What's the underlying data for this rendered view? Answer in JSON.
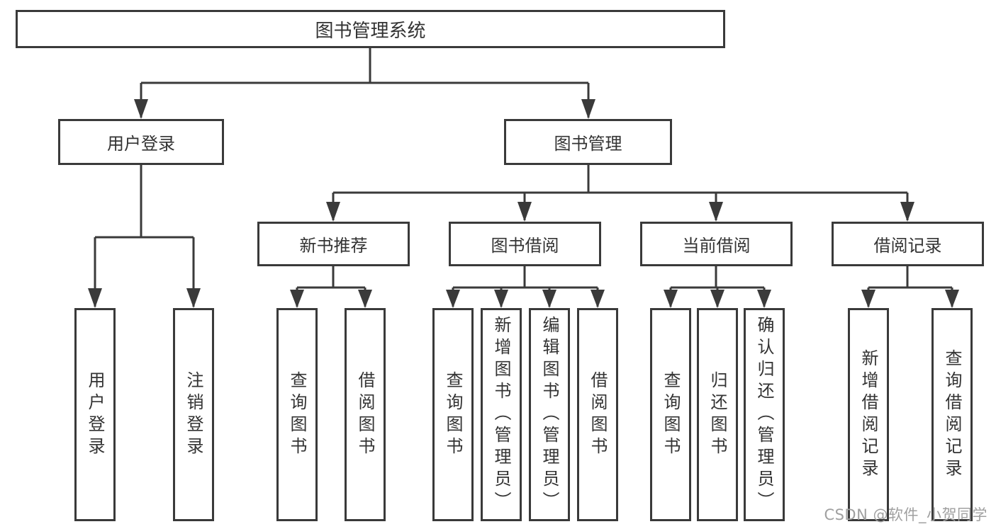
{
  "tree": {
    "label": "图书管理系统",
    "children": [
      {
        "label": "用户登录",
        "children": [
          {
            "label": "用户登录"
          },
          {
            "label": "注销登录"
          }
        ]
      },
      {
        "label": "图书管理",
        "children": [
          {
            "label": "新书推荐",
            "children": [
              {
                "label": "查询图书"
              },
              {
                "label": "借阅图书"
              }
            ]
          },
          {
            "label": "图书借阅",
            "children": [
              {
                "label": "查询图书"
              },
              {
                "label": "新增图书（管理员）"
              },
              {
                "label": "编辑图书（管理员）"
              },
              {
                "label": "借阅图书"
              }
            ]
          },
          {
            "label": "当前借阅",
            "children": [
              {
                "label": "查询图书"
              },
              {
                "label": "归还图书"
              },
              {
                "label": "确认归还（管理员）"
              }
            ]
          },
          {
            "label": "借阅记录",
            "children": [
              {
                "label": "新增借阅记录"
              },
              {
                "label": "查询借阅记录"
              }
            ]
          }
        ]
      }
    ]
  },
  "watermark": "CSDN @软件_小贺同学",
  "colors": {
    "line": "#3a3a3a",
    "text": "#333333",
    "box-bg": "#ffffff",
    "watermark": "#a0a0a0",
    "background": "#ffffff"
  }
}
